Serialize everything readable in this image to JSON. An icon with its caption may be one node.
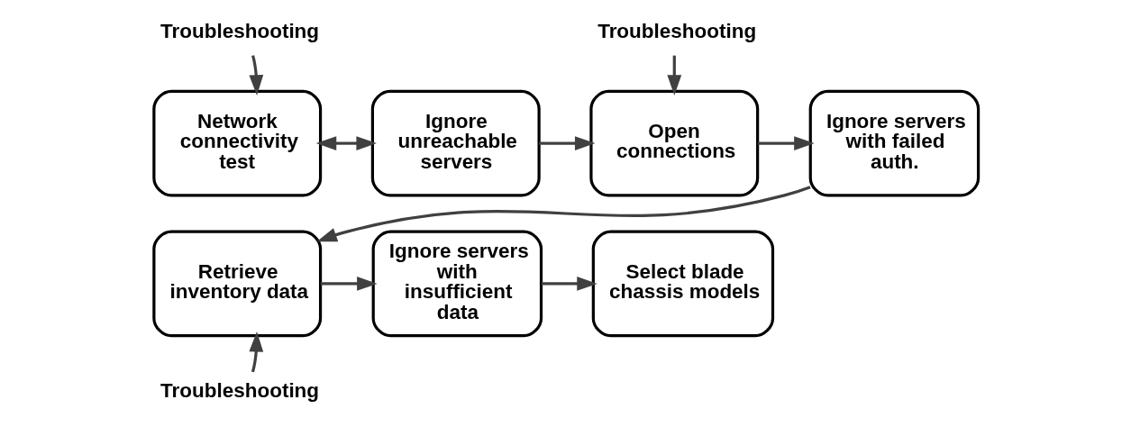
{
  "diagram": {
    "nodes": [
      {
        "text": [
          "Network connectivity test"
        ]
      },
      {
        "text": [
          "Ignore unreachable servers"
        ]
      },
      {
        "text": [
          "Open connections"
        ]
      },
      {
        "text": [
          "Ignore servers with failed auth."
        ]
      },
      {
        "text": [
          "Retrieve inventory data"
        ]
      },
      {
        "text": [
          "Ignore servers with insufficient data"
        ]
      },
      {
        "text": [
          "Select blade chassis models"
        ]
      },
      {
        "text": [
          "Troubleshooting"
        ]
      },
      {
        "text": [
          "Troubleshooting"
        ]
      },
      {
        "text": [
          "Troubleshooting"
        ]
      }
    ],
    "edges": [
      {
        "from": 0,
        "to": 1,
        "arrow": "both"
      },
      {
        "from": 7,
        "to": 0,
        "arrow": "to"
      },
      {
        "from": 1,
        "to": 2,
        "arrow": "to"
      },
      {
        "from": 8,
        "to": 2,
        "arrow": "to"
      },
      {
        "from": 2,
        "to": 3,
        "arrow": "to"
      },
      {
        "from": 3,
        "to": 4,
        "arrow": "to"
      },
      {
        "from": 4,
        "to": 5,
        "arrow": "to"
      },
      {
        "from": 9,
        "to": 4,
        "arrow": "to"
      },
      {
        "from": 5,
        "to": 6,
        "arrow": "to"
      }
    ]
  }
}
